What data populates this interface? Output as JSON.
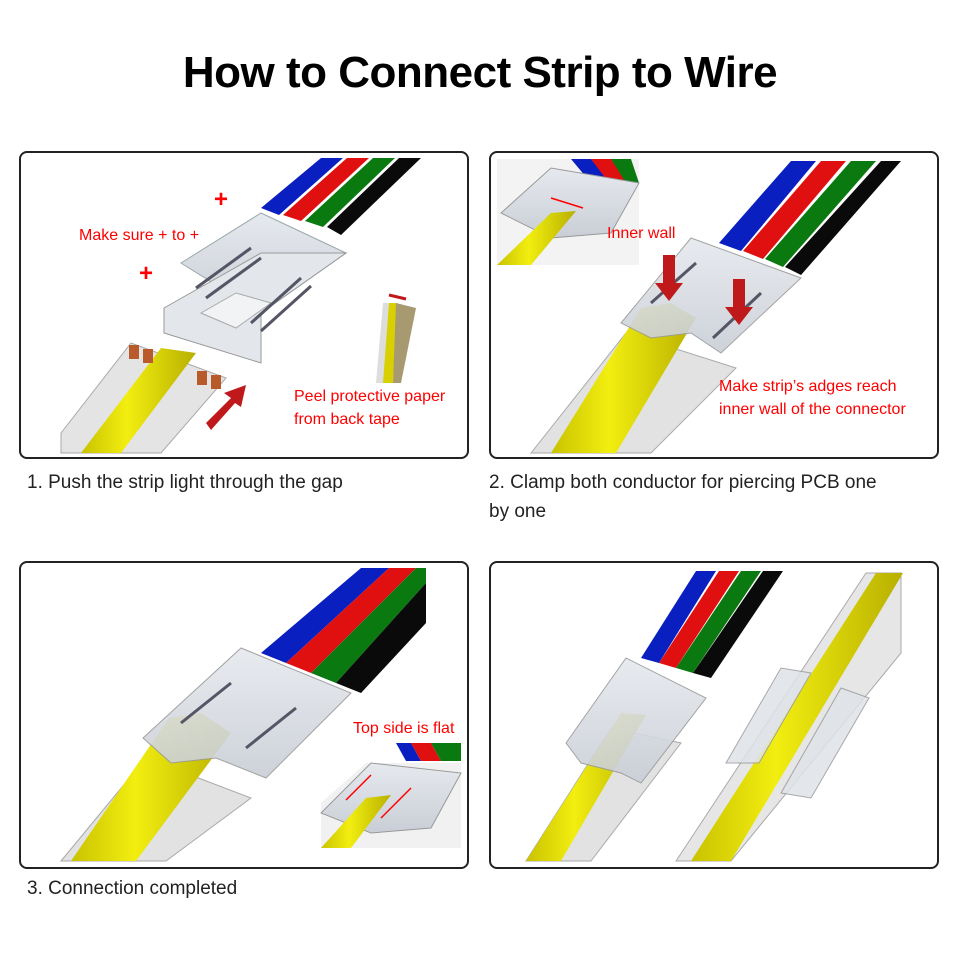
{
  "title": "How to Connect Strip to Wire",
  "colors": {
    "annotation_red": "#ff0000",
    "wire_blue": "#0a1fc0",
    "wire_red": "#e01010",
    "wire_green": "#0a7a10",
    "wire_black": "#0a0a0a",
    "strip_yellow": "#e8e000",
    "arrow_red": "#c0191b"
  },
  "steps": [
    {
      "caption": "1. Push the strip light through the gap",
      "notes": {
        "polarity": "Make sure + to +",
        "plus_symbol": "+",
        "peel": [
          "Peel protective paper",
          "from back tape"
        ]
      }
    },
    {
      "caption": "2. Clamp both conductor for piercing PCB one by one",
      "caption_lines": [
        "2. Clamp both conductor for piercing PCB one",
        "by one"
      ],
      "notes": {
        "inner_wall": "Inner wall",
        "edges": [
          "Make strip’s adges reach",
          "inner wall of the connector"
        ]
      }
    },
    {
      "caption": "3. Connection completed",
      "notes": {
        "flat": "Top side is flat"
      }
    },
    {
      "caption": "",
      "notes": {}
    }
  ]
}
